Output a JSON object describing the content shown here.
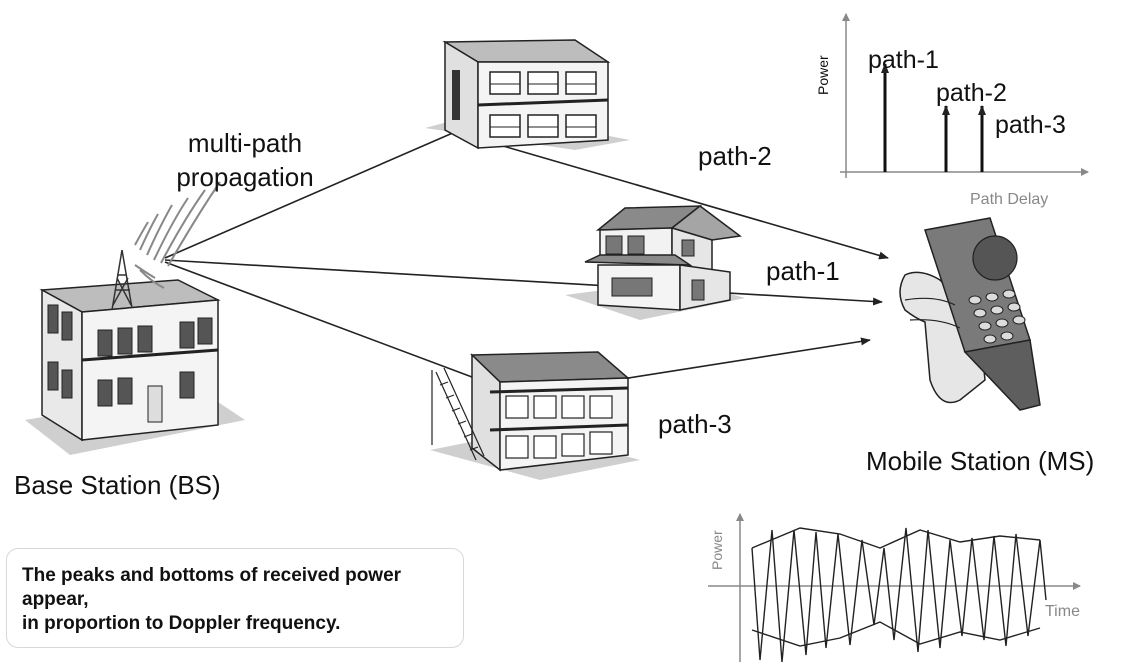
{
  "labels": {
    "multipath": "multi-path",
    "propagation": "propagation",
    "base_station": "Base Station (BS)",
    "mobile_station": "Mobile Station (MS)",
    "path1": "path-1",
    "path2": "path-2",
    "path3": "path-3"
  },
  "delay_chart": {
    "ylabel": "Power",
    "xlabel": "Path Delay",
    "paths": [
      {
        "label": "path-1"
      },
      {
        "label": "path-2"
      },
      {
        "label": "path-3"
      }
    ]
  },
  "fading_chart": {
    "ylabel": "Power",
    "xlabel": "Time"
  },
  "note": {
    "line1": "The peaks and bottoms of received power appear,",
    "line2": "in proportion to Doppler frequency."
  },
  "colors": {
    "line": "#222222",
    "building_wall": "#f2f2f2",
    "building_roof": "#8a8a8a",
    "ground": "#cfcfcf",
    "phone_body": "#7a7a7a",
    "hand": "#e6e6e6"
  }
}
